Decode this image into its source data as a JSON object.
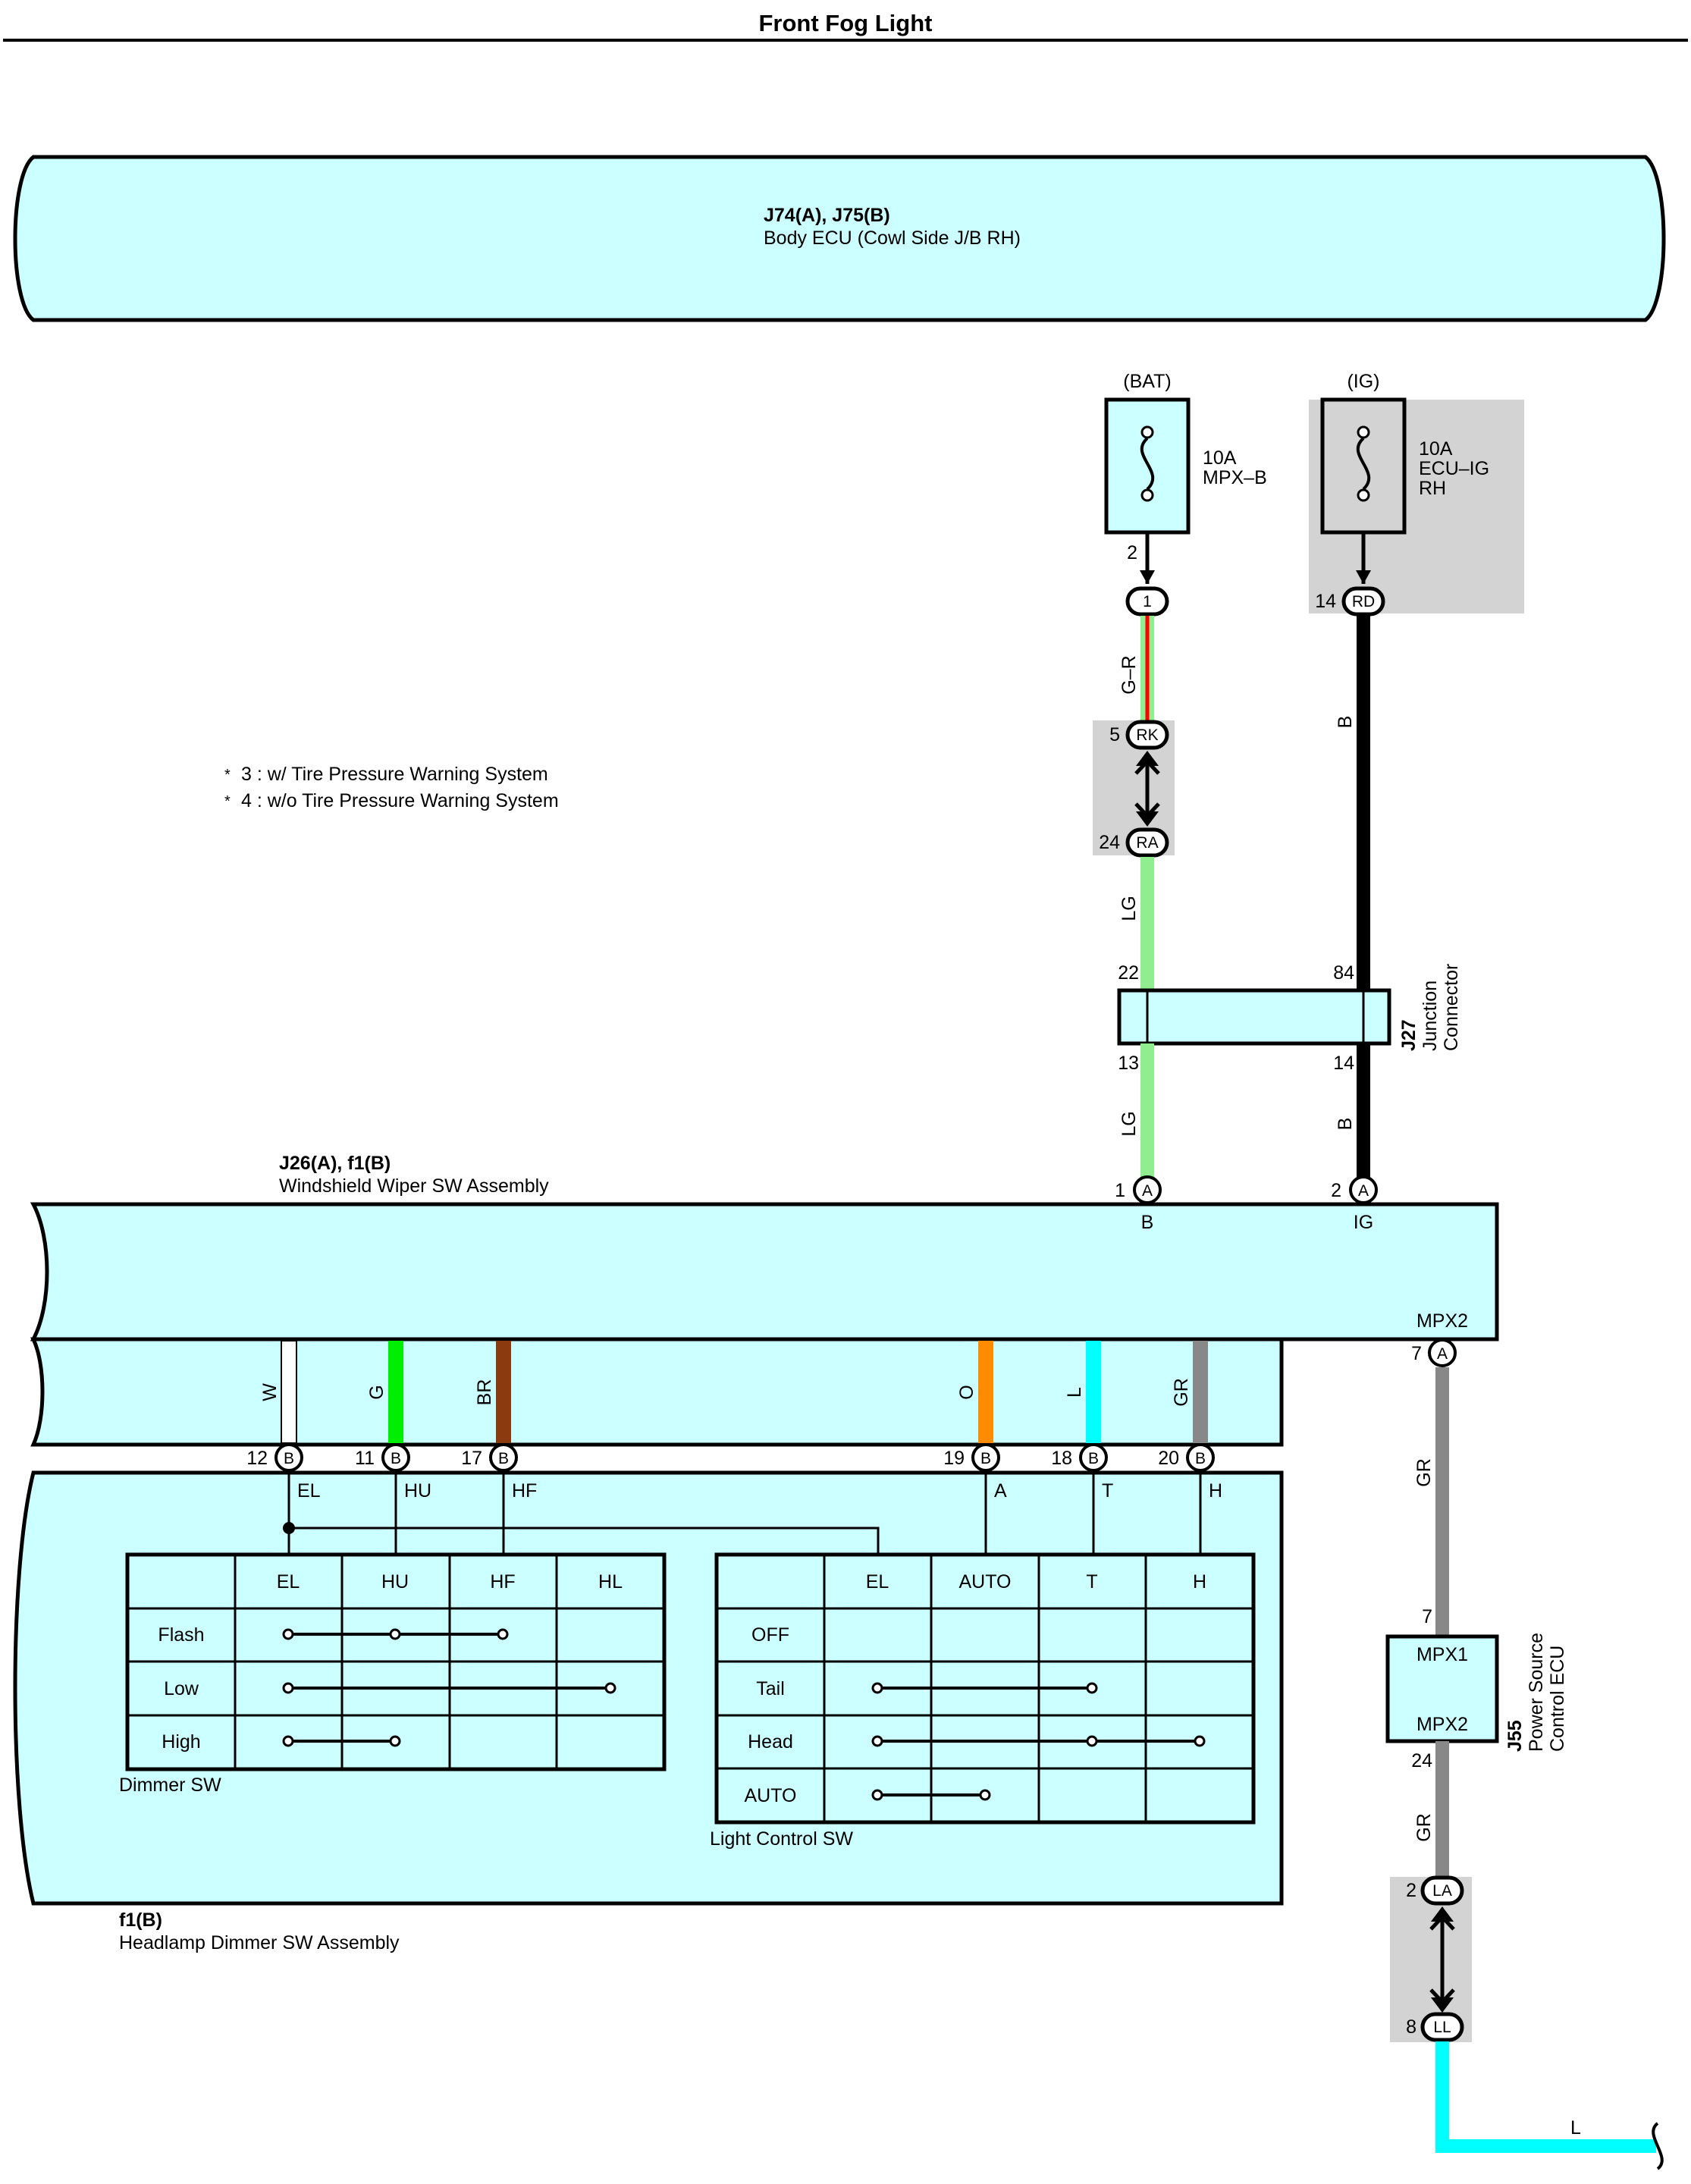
{
  "title": "Front Fog Light",
  "body_ecu": {
    "connector": "J74(A), J75(B)",
    "name": "Body ECU (Cowl Side J/B RH)"
  },
  "fuses": {
    "bat": {
      "source": "(BAT)",
      "rating": "10A",
      "name": "MPX–B",
      "pin": "2",
      "conn_pin": "1"
    },
    "ig": {
      "source": "(IG)",
      "rating": "10A",
      "name_line1": "ECU–IG",
      "name_line2": "RH",
      "pin": "14",
      "conn_pin": "RD"
    }
  },
  "notes": [
    "3 : w/ Tire Pressure Warning System",
    "4 : w/o Tire Pressure Warning System"
  ],
  "wires": {
    "g_r": "G–R",
    "b": "B",
    "lg": "LG",
    "w": "W",
    "g": "G",
    "br": "BR",
    "o": "O",
    "l": "L",
    "gr": "GR"
  },
  "connector_pairs": {
    "rk": {
      "top_pin": "5",
      "top": "RK",
      "bottom_pin": "24",
      "bottom": "RA"
    },
    "la": {
      "top_pin": "2",
      "top": "LA",
      "bottom_pin": "8",
      "bottom": "LL"
    }
  },
  "junction": {
    "code": "J27",
    "line1": "Junction",
    "line2": "Connector",
    "pin_tl": "22",
    "pin_tr": "84",
    "pin_bl": "13",
    "pin_br": "14"
  },
  "wiper_assembly": {
    "connector": "J26(A), f1(B)",
    "name": "Windshield Wiper SW Assembly",
    "pin_b": "1",
    "pin_b_conn": "A",
    "term_b": "B",
    "pin_ig": "2",
    "pin_ig_conn": "A",
    "term_ig": "IG",
    "mpx2": "MPX2",
    "pin_mpx2": "7",
    "pin_mpx2_conn": "A"
  },
  "lower_pins": [
    {
      "num": "12",
      "conn": "B",
      "term": "EL"
    },
    {
      "num": "11",
      "conn": "B",
      "term": "HU"
    },
    {
      "num": "17",
      "conn": "B",
      "term": "HF"
    },
    {
      "num": "19",
      "conn": "B",
      "term": "A"
    },
    {
      "num": "18",
      "conn": "B",
      "term": "T"
    },
    {
      "num": "20",
      "conn": "B",
      "term": "H"
    }
  ],
  "dimmer_sw": {
    "name": "Dimmer SW",
    "headers": [
      "EL",
      "HU",
      "HF",
      "HL"
    ],
    "rows": [
      "Flash",
      "Low",
      "High"
    ]
  },
  "light_control_sw": {
    "name": "Light Control SW",
    "headers": [
      "EL",
      "AUTO",
      "T",
      "H"
    ],
    "rows": [
      "OFF",
      "Tail",
      "Head",
      "AUTO"
    ]
  },
  "headlamp_assembly": {
    "connector": "f1(B)",
    "name": "Headlamp Dimmer SW Assembly"
  },
  "power_ecu": {
    "code": "J55",
    "line1": "Power Source",
    "line2": "Control ECU",
    "mpx1": "MPX1",
    "mpx2": "MPX2",
    "pin_top": "7",
    "pin_bottom": "24"
  },
  "end_wire": "L",
  "colors": {
    "fill": "#ccffff",
    "gray": "#d3d3d3",
    "lg": "#90ee90",
    "g": "#00ee00",
    "br": "#8b3a10",
    "o": "#ff8c00",
    "l": "#00ffff",
    "gr": "#888888",
    "red": "#ff0000"
  }
}
